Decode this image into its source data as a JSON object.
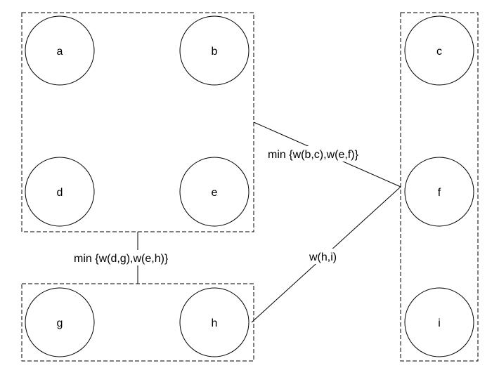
{
  "diagram": {
    "nodes": [
      {
        "id": "a",
        "label": "a"
      },
      {
        "id": "b",
        "label": "b"
      },
      {
        "id": "c",
        "label": "c"
      },
      {
        "id": "d",
        "label": "d"
      },
      {
        "id": "e",
        "label": "e"
      },
      {
        "id": "f",
        "label": "f"
      },
      {
        "id": "g",
        "label": "g"
      },
      {
        "id": "h",
        "label": "h"
      },
      {
        "id": "i",
        "label": "i"
      }
    ],
    "groups": [
      {
        "id": "group-abde",
        "members": [
          "a",
          "b",
          "d",
          "e"
        ]
      },
      {
        "id": "group-gh",
        "members": [
          "g",
          "h"
        ]
      },
      {
        "id": "group-cfi",
        "members": [
          "c",
          "f",
          "i"
        ]
      }
    ],
    "edges": [
      {
        "from": "group-abde",
        "to": "f",
        "label": "min {w(b,c),w(e,f)}"
      },
      {
        "from": "group-abde",
        "to": "group-gh",
        "label": "min {w(d,g),w(e,h)}"
      },
      {
        "from": "h",
        "to": "f",
        "label": "w(h,i)"
      }
    ]
  }
}
